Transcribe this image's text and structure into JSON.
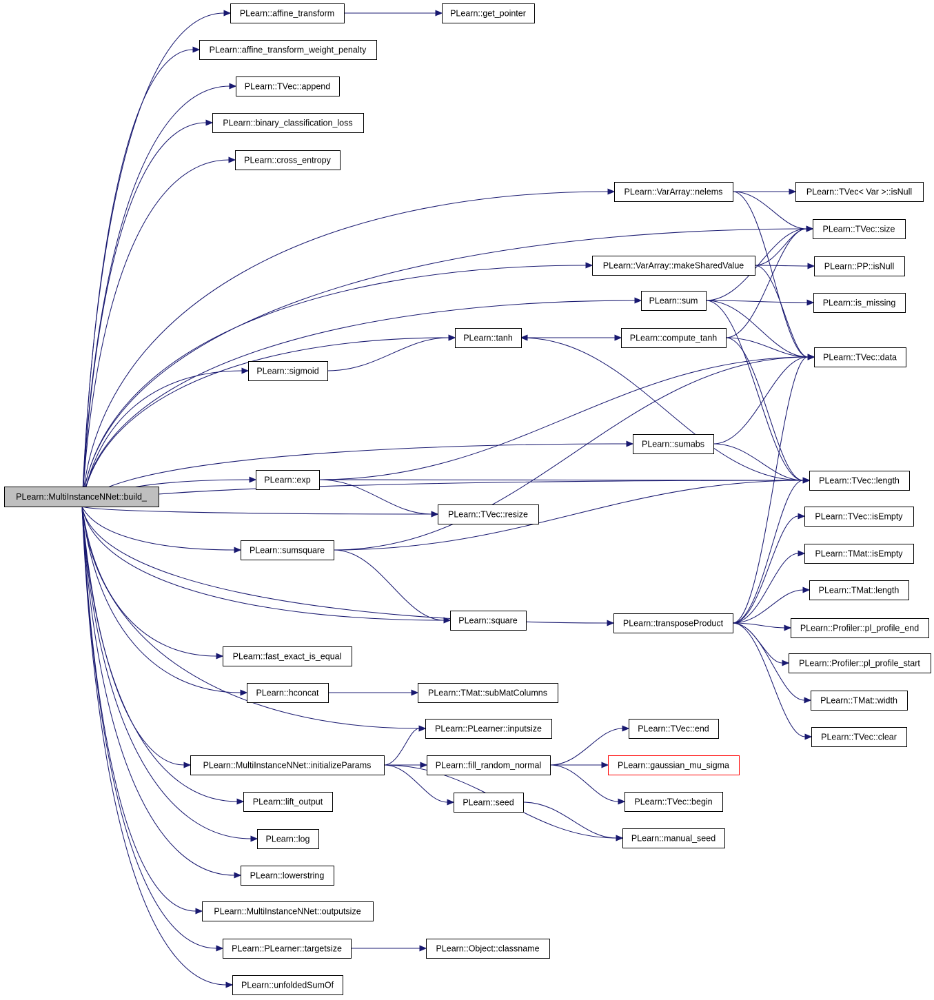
{
  "colors": {
    "edge": "#191970",
    "root_fill": "#bfbfbf",
    "node_border": "#000000",
    "truncated_node_border": "#ff0000",
    "background": "#ffffff"
  },
  "diagram": {
    "root": "n0",
    "nodes": [
      {
        "id": "n0",
        "label": "PLearn::MultiInstanceNNet::build_"
      },
      {
        "id": "n1",
        "label": "PLearn::affine_transform"
      },
      {
        "id": "n2",
        "label": "PLearn::get_pointer"
      },
      {
        "id": "n3",
        "label": "PLearn::affine_transform_weight_penalty"
      },
      {
        "id": "n4",
        "label": "PLearn::TVec::append"
      },
      {
        "id": "n5",
        "label": "PLearn::binary_classification_loss"
      },
      {
        "id": "n6",
        "label": "PLearn::cross_entropy"
      },
      {
        "id": "n7",
        "label": "PLearn::VarArray::nelems"
      },
      {
        "id": "n8",
        "label": "PLearn::TVec< Var >::isNull"
      },
      {
        "id": "n9",
        "label": "PLearn::TVec::size"
      },
      {
        "id": "n10",
        "label": "PLearn::TVec::data"
      },
      {
        "id": "n11",
        "label": "PLearn::VarArray::makeSharedValue"
      },
      {
        "id": "n12",
        "label": "PLearn::PP::isNull"
      },
      {
        "id": "n13",
        "label": "PLearn::sum"
      },
      {
        "id": "n14",
        "label": "PLearn::is_missing"
      },
      {
        "id": "n15",
        "label": "PLearn::TVec::length"
      },
      {
        "id": "n16",
        "label": "PLearn::tanh"
      },
      {
        "id": "n17",
        "label": "PLearn::compute_tanh"
      },
      {
        "id": "n18",
        "label": "PLearn::sigmoid"
      },
      {
        "id": "n19",
        "label": "PLearn::sumabs"
      },
      {
        "id": "n20",
        "label": "PLearn::exp"
      },
      {
        "id": "n21",
        "label": "PLearn::TVec::resize"
      },
      {
        "id": "n22",
        "label": "PLearn::TVec::isEmpty"
      },
      {
        "id": "n23",
        "label": "PLearn::sumsquare"
      },
      {
        "id": "n24",
        "label": "PLearn::TMat::isEmpty"
      },
      {
        "id": "n25",
        "label": "PLearn::TMat::length"
      },
      {
        "id": "n26",
        "label": "PLearn::square"
      },
      {
        "id": "n27",
        "label": "PLearn::transposeProduct"
      },
      {
        "id": "n28",
        "label": "PLearn::Profiler::pl_profile_end"
      },
      {
        "id": "n29",
        "label": "PLearn::Profiler::pl_profile_start"
      },
      {
        "id": "n30",
        "label": "PLearn::TMat::width"
      },
      {
        "id": "n31",
        "label": "PLearn::TVec::clear"
      },
      {
        "id": "n32",
        "label": "PLearn::fast_exact_is_equal"
      },
      {
        "id": "n33",
        "label": "PLearn::hconcat"
      },
      {
        "id": "n34",
        "label": "PLearn::TMat::subMatColumns"
      },
      {
        "id": "n35",
        "label": "PLearn::PLearner::inputsize"
      },
      {
        "id": "n36",
        "label": "PLearn::TVec::end"
      },
      {
        "id": "n37",
        "label": "PLearn::MultiInstanceNNet::initializeParams"
      },
      {
        "id": "n38",
        "label": "PLearn::fill_random_normal"
      },
      {
        "id": "n39",
        "label": "PLearn::gaussian_mu_sigma",
        "truncated": true
      },
      {
        "id": "n40",
        "label": "PLearn::TVec::begin"
      },
      {
        "id": "n41",
        "label": "PLearn::seed"
      },
      {
        "id": "n42",
        "label": "PLearn::lift_output"
      },
      {
        "id": "n43",
        "label": "PLearn::manual_seed"
      },
      {
        "id": "n44",
        "label": "PLearn::log"
      },
      {
        "id": "n45",
        "label": "PLearn::lowerstring"
      },
      {
        "id": "n46",
        "label": "PLearn::MultiInstanceNNet::outputsize"
      },
      {
        "id": "n47",
        "label": "PLearn::PLearner::targetsize"
      },
      {
        "id": "n48",
        "label": "PLearn::Object::classname"
      },
      {
        "id": "n49",
        "label": "PLearn::unfoldedSumOf"
      }
    ],
    "edges": [
      [
        "n0",
        "n1"
      ],
      [
        "n0",
        "n3"
      ],
      [
        "n0",
        "n4"
      ],
      [
        "n0",
        "n5"
      ],
      [
        "n0",
        "n6"
      ],
      [
        "n0",
        "n7"
      ],
      [
        "n0",
        "n9"
      ],
      [
        "n0",
        "n11"
      ],
      [
        "n0",
        "n13"
      ],
      [
        "n0",
        "n16"
      ],
      [
        "n0",
        "n18"
      ],
      [
        "n0",
        "n19"
      ],
      [
        "n0",
        "n15"
      ],
      [
        "n0",
        "n20"
      ],
      [
        "n0",
        "n21"
      ],
      [
        "n0",
        "n23"
      ],
      [
        "n0",
        "n26"
      ],
      [
        "n0",
        "n27"
      ],
      [
        "n0",
        "n32"
      ],
      [
        "n0",
        "n33"
      ],
      [
        "n0",
        "n35"
      ],
      [
        "n0",
        "n37"
      ],
      [
        "n0",
        "n42"
      ],
      [
        "n0",
        "n44"
      ],
      [
        "n0",
        "n45"
      ],
      [
        "n0",
        "n46"
      ],
      [
        "n0",
        "n47"
      ],
      [
        "n0",
        "n49"
      ],
      [
        "n1",
        "n2"
      ],
      [
        "n7",
        "n8"
      ],
      [
        "n7",
        "n9"
      ],
      [
        "n7",
        "n10"
      ],
      [
        "n11",
        "n12"
      ],
      [
        "n11",
        "n9"
      ],
      [
        "n11",
        "n10"
      ],
      [
        "n13",
        "n14"
      ],
      [
        "n13",
        "n9"
      ],
      [
        "n13",
        "n10"
      ],
      [
        "n13",
        "n15"
      ],
      [
        "n16",
        "n17"
      ],
      [
        "n16",
        "n15"
      ],
      [
        "n17",
        "n16"
      ],
      [
        "n17",
        "n10"
      ],
      [
        "n17",
        "n9"
      ],
      [
        "n17",
        "n15"
      ],
      [
        "n18",
        "n16"
      ],
      [
        "n19",
        "n10"
      ],
      [
        "n19",
        "n15"
      ],
      [
        "n20",
        "n10"
      ],
      [
        "n20",
        "n21"
      ],
      [
        "n20",
        "n15"
      ],
      [
        "n23",
        "n10"
      ],
      [
        "n23",
        "n26"
      ],
      [
        "n23",
        "n15"
      ],
      [
        "n27",
        "n10"
      ],
      [
        "n27",
        "n15"
      ],
      [
        "n27",
        "n22"
      ],
      [
        "n27",
        "n24"
      ],
      [
        "n27",
        "n25"
      ],
      [
        "n27",
        "n28"
      ],
      [
        "n27",
        "n29"
      ],
      [
        "n27",
        "n30"
      ],
      [
        "n27",
        "n31"
      ],
      [
        "n33",
        "n34"
      ],
      [
        "n37",
        "n35"
      ],
      [
        "n37",
        "n38"
      ],
      [
        "n37",
        "n41"
      ],
      [
        "n37",
        "n43"
      ],
      [
        "n38",
        "n36"
      ],
      [
        "n38",
        "n39"
      ],
      [
        "n38",
        "n40"
      ],
      [
        "n41",
        "n43"
      ],
      [
        "n47",
        "n48"
      ]
    ]
  }
}
